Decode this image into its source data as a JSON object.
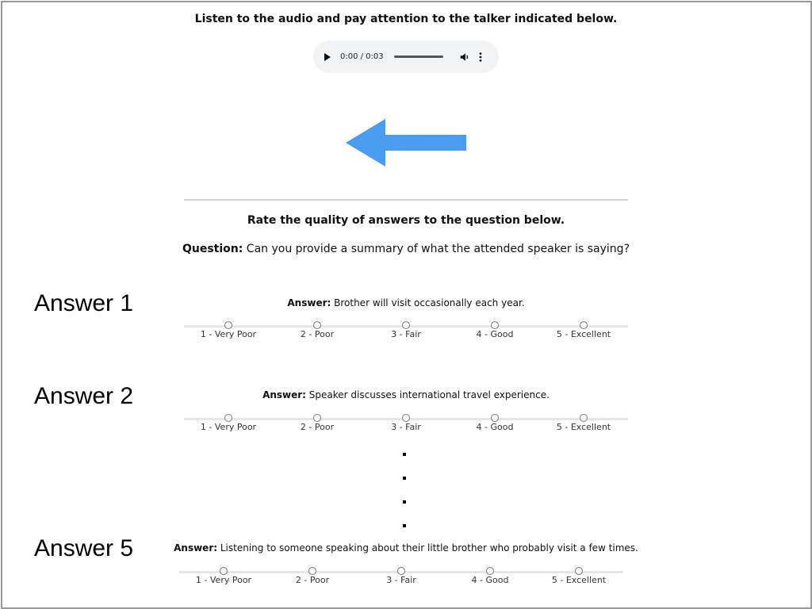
{
  "instruction": "Listen to the audio and pay attention to the talker indicated below.",
  "audio": {
    "time": "0:00 / 0:03",
    "progress": 0
  },
  "arrow": {
    "direction": "left",
    "color": "#4a9cf0"
  },
  "rate_heading": "Rate the quality of answers to the question below.",
  "question": {
    "label": "Question:",
    "text": " Can you provide a summary of what the attended speaker is saying?"
  },
  "answer_prefix": "Answer:",
  "answers": [
    {
      "side_label": "Answer 1",
      "text": " Brother will visit occasionally each year."
    },
    {
      "side_label": "Answer 2",
      "text": " Speaker discusses international travel experience."
    },
    {
      "side_label": "Answer 5",
      "text": " Listening to someone speaking about their little brother who probably visit a few times."
    }
  ],
  "scale_options": [
    "1 - Very Poor",
    "2 - Poor",
    "3 - Fair",
    "4 - Good",
    "5 - Excellent"
  ]
}
